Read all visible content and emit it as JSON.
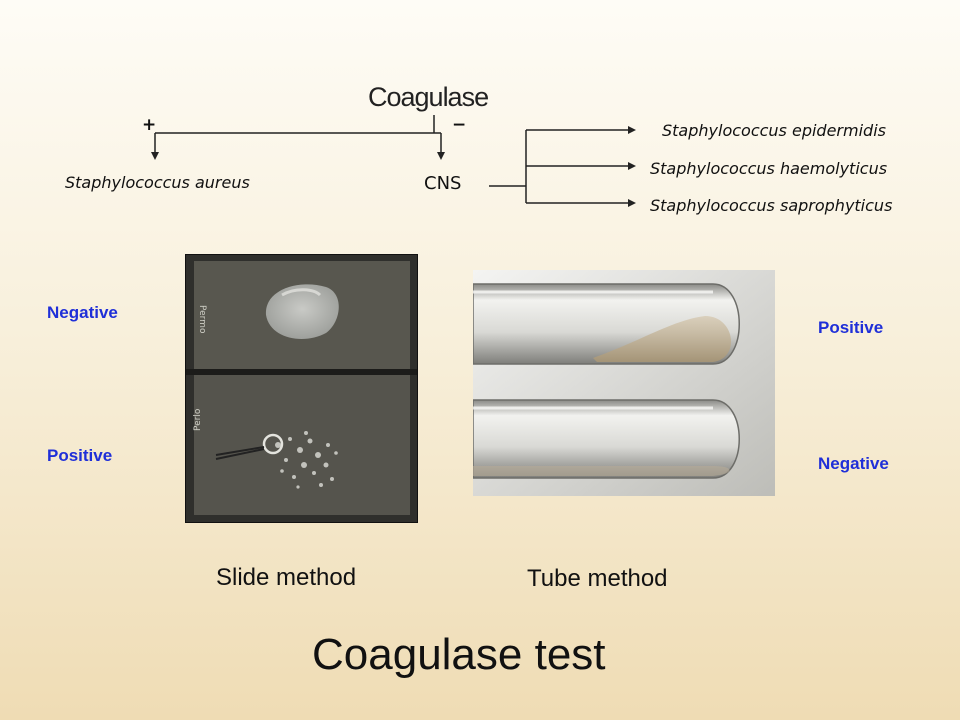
{
  "diagram": {
    "root": "Coagulase",
    "plus_sign": "+",
    "minus_sign": "−",
    "positive_result": "Staphylococcus aureus",
    "negative_result": "CNS",
    "cns_species": [
      "Staphylococcus epidermidis",
      "Staphylococcus haemolyticus",
      "Staphylococcus saprophyticus"
    ]
  },
  "slide_photo": {
    "labels": {
      "negative": "Negative",
      "positive": "Positive"
    },
    "slide_text_top": "Permo",
    "slide_text_bottom": "Perlo",
    "caption": "Slide method"
  },
  "tube_photo": {
    "labels": {
      "positive": "Positive",
      "negative": "Negative"
    },
    "caption": "Tube method"
  },
  "footer": {
    "title": "Coagulase test"
  },
  "colors": {
    "result_label": "#1f2fd8",
    "line": "#222222"
  }
}
